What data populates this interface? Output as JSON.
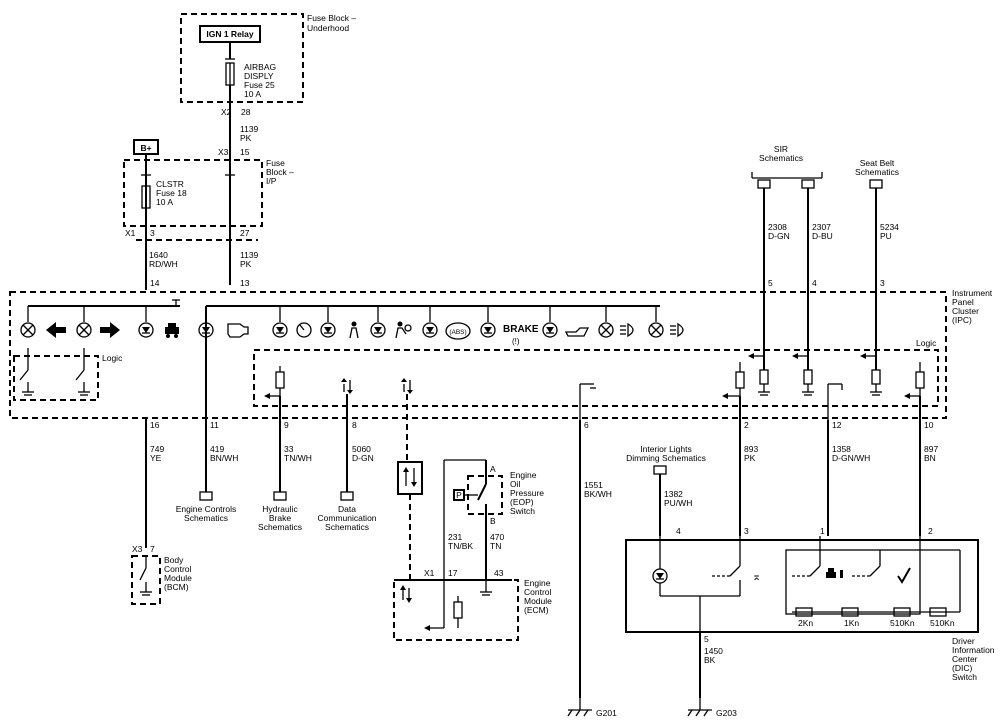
{
  "fuse_block_underhood": {
    "label": [
      "Fuse Block –",
      "Underhood"
    ],
    "relay": "IGN 1 Relay",
    "fuse": [
      "AIRBAG",
      "DISPLY",
      "Fuse 25",
      "10 A"
    ],
    "connector": "X2",
    "pin": "28"
  },
  "wire_1139_top": [
    "1139",
    "PK"
  ],
  "b_plus": "B+",
  "fuse_block_ip": {
    "label": [
      "Fuse",
      "Block –",
      "I/P"
    ],
    "fuse": [
      "CLSTR",
      "Fuse 18",
      "10 A"
    ],
    "conn_x3": "X3",
    "pin_15": "15",
    "conn_x1": "X1",
    "pin_3": "3",
    "pin_27": "27"
  },
  "wire_1640": [
    "1640",
    "RD/WH"
  ],
  "wire_1139_bottom": [
    "1139",
    "PK"
  ],
  "ipc": {
    "label": [
      "Instrument",
      "Panel",
      "Cluster",
      "(IPC)"
    ],
    "pin_14": "14",
    "pin_13": "13",
    "logic_left": "Logic",
    "logic_right": "Logic",
    "abs": "(ABS)",
    "brake": "BRAKE",
    "brake_symbol": "(!)",
    "pins_bottom": [
      "16",
      "11",
      "9",
      "8",
      "6",
      "2",
      "12",
      "10"
    ],
    "pins_top": [
      "5",
      "4",
      "3"
    ]
  },
  "sir": {
    "label": [
      "SIR",
      "Schematics"
    ]
  },
  "seat_belt": {
    "label": [
      "Seat Belt",
      "Schematics"
    ]
  },
  "wire_2308": [
    "2308",
    "D-GN"
  ],
  "wire_2307": [
    "2307",
    "D-BU"
  ],
  "wire_5234": [
    "5234",
    "PU"
  ],
  "wire_749": [
    "749",
    "YE"
  ],
  "wire_419": [
    "419",
    "BN/WH"
  ],
  "wire_33": [
    "33",
    "TN/WH"
  ],
  "wire_5060": [
    "5060",
    "D-GN"
  ],
  "wire_1551": [
    "1551",
    "BK/WH"
  ],
  "wire_893": [
    "893",
    "PK"
  ],
  "wire_1358": [
    "1358",
    "D-GN/WH"
  ],
  "wire_897": [
    "897",
    "BN"
  ],
  "wire_1382": [
    "1382",
    "PU/WH"
  ],
  "wire_1450": [
    "1450",
    "BK"
  ],
  "wire_231": [
    "231",
    "TN/BK"
  ],
  "wire_470": [
    "470",
    "TN"
  ],
  "engine_controls": [
    "Engine Controls",
    "Schematics"
  ],
  "hydraulic_brake": [
    "Hydraulic",
    "Brake",
    "Schematics"
  ],
  "data_comm": [
    "Data",
    "Communication",
    "Schematics"
  ],
  "bcm": {
    "label": [
      "Body",
      "Control",
      "Module",
      "(BCM)"
    ],
    "conn": "X3",
    "pin": "7"
  },
  "eop_switch": {
    "label": [
      "Engine",
      "Oil",
      "Pressure",
      "(EOP)",
      "Switch"
    ],
    "pin_a": "A",
    "pin_b": "B",
    "p": "P"
  },
  "ecm": {
    "label": [
      "Engine",
      "Control",
      "Module",
      "(ECM)"
    ],
    "conn": "X1",
    "pin_17": "17",
    "pin_43": "43"
  },
  "interior_lights": [
    "Interior Lights",
    "Dimming Schematics"
  ],
  "dic_switch": {
    "label": [
      "Driver",
      "Information",
      "Center",
      "(DIC)",
      "Switch"
    ],
    "pin_4": "4",
    "pin_3": "3",
    "pin_1": "1",
    "pin_2": "2",
    "pin_5": "5",
    "resistors": [
      "2Kn",
      "1Kn",
      "510Kn",
      "510Kn"
    ]
  },
  "grounds": {
    "g201": "G201",
    "g203": "G203"
  }
}
